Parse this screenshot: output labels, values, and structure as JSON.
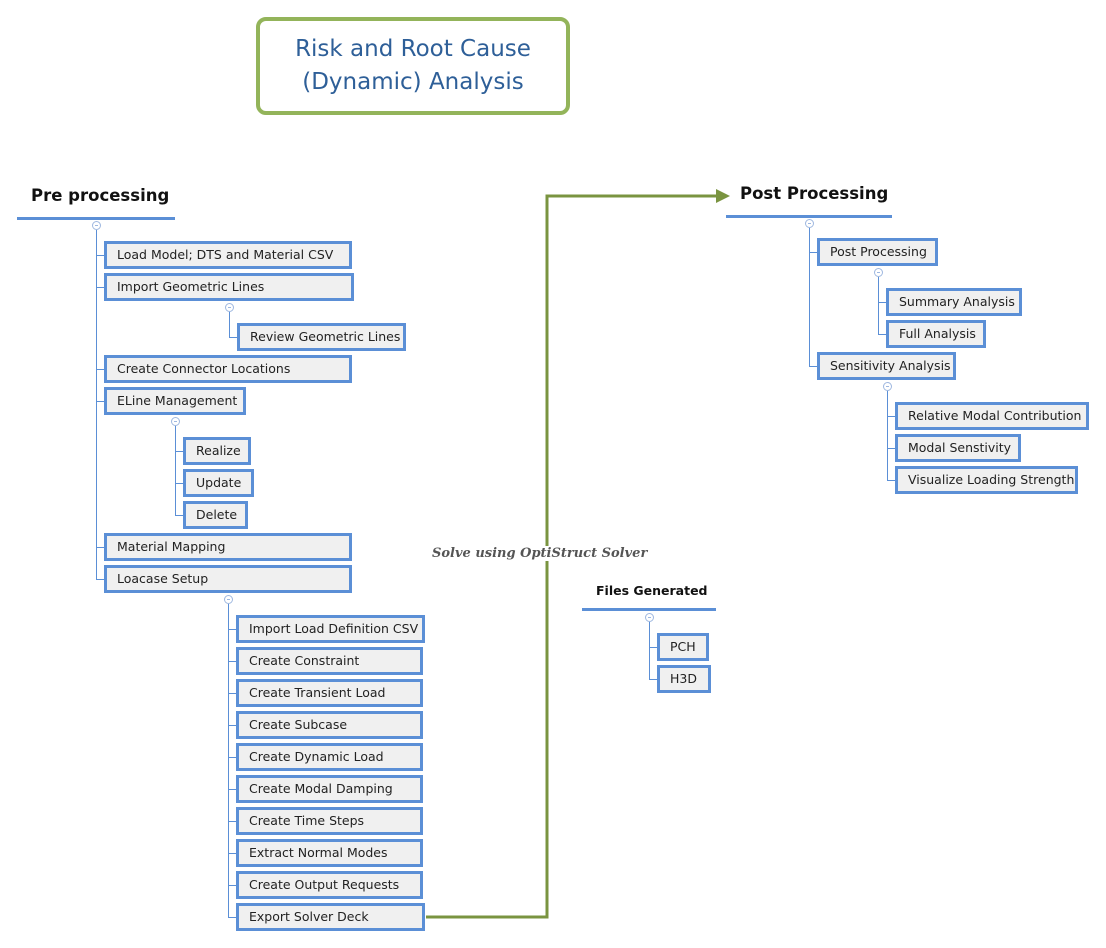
{
  "title": {
    "line1": "Risk and Root Cause",
    "line2": "(Dynamic) Analysis"
  },
  "colors": {
    "accent_green": "#7a9440",
    "node_border": "#5b8fd6",
    "title_text": "#2e5f98"
  },
  "pre": {
    "heading": "Pre processing",
    "nodes": [
      "Load Model; DTS and Material CSV",
      "Import Geometric Lines",
      "Review Geometric Lines",
      "Create Connector Locations",
      "ELine Management",
      "Realize",
      "Update",
      "Delete",
      "Material Mapping",
      "Loacase Setup",
      "Import Load Definition CSV",
      "Create Constraint",
      "Create Transient Load",
      "Create Subcase",
      "Create Dynamic Load",
      "Create Modal Damping",
      "Create Time Steps",
      "Extract Normal Modes",
      "Create Output Requests",
      "Export Solver Deck"
    ]
  },
  "solve_label": "Solve using OptiStruct Solver",
  "files": {
    "heading": "Files Generated",
    "nodes": [
      "PCH",
      "H3D"
    ]
  },
  "post": {
    "heading": "Post Processing",
    "nodes": [
      "Post Processing",
      "Summary Analysis",
      "Full Analysis",
      "Sensitivity Analysis",
      "Relative Modal Contribution",
      "Modal Senstivity",
      "Visualize Loading Strength"
    ]
  }
}
